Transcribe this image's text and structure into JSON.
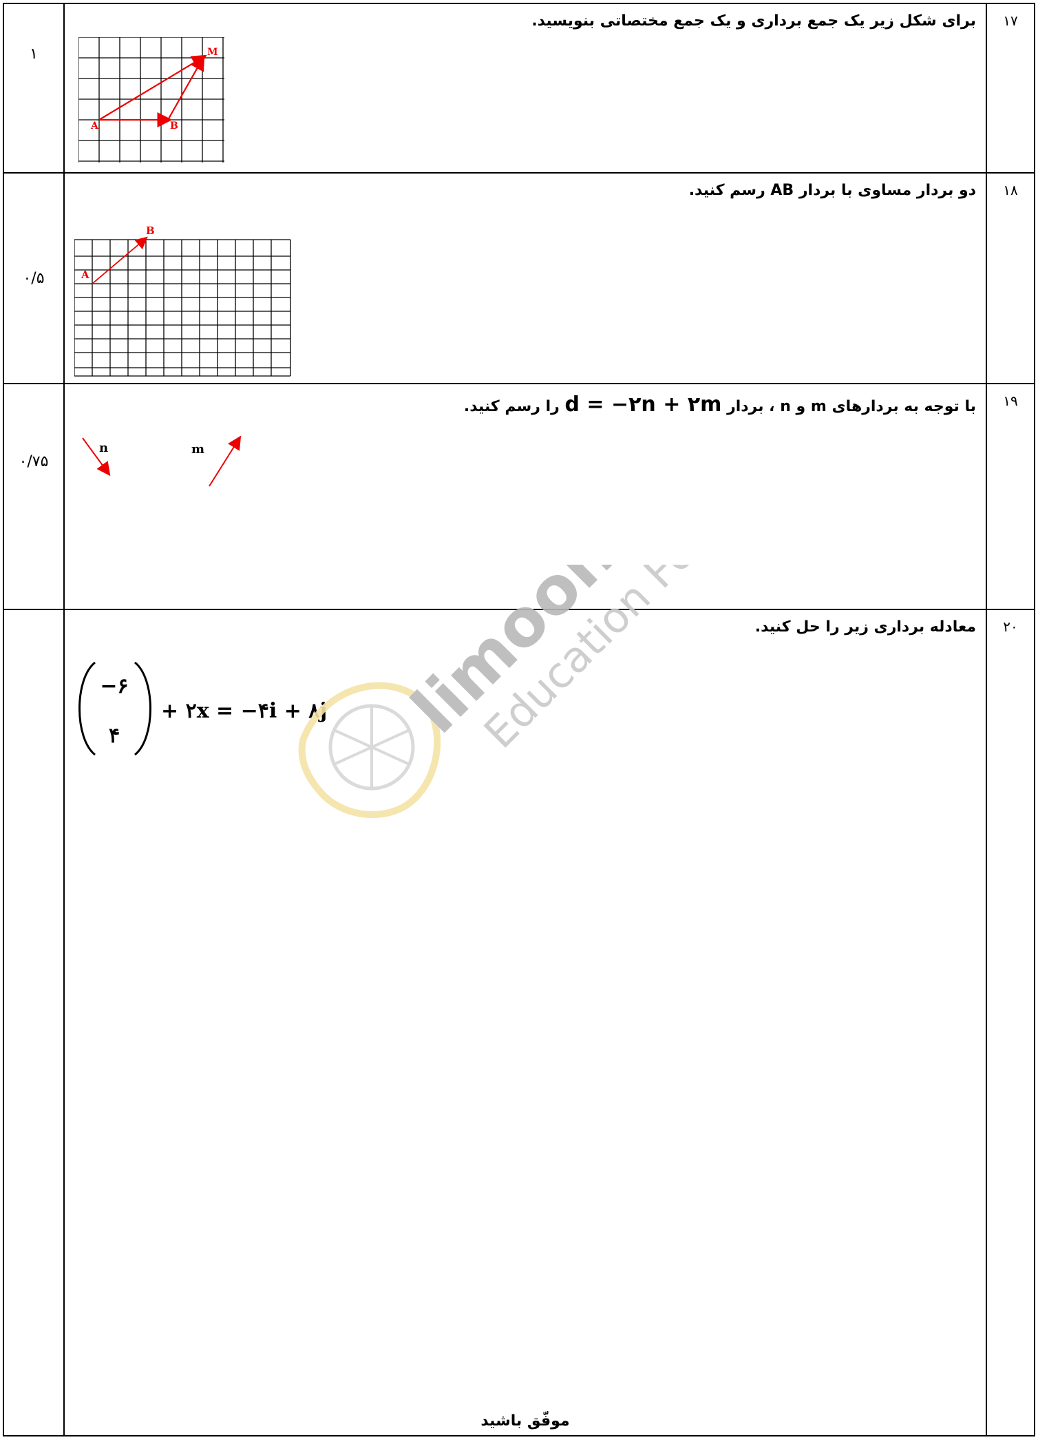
{
  "questions": [
    {
      "number": "۱۷",
      "score": "۱",
      "text": "برای شکل زیر یک جمع برداری و یک جمع مختصاتی بنویسید.",
      "figure_labels": {
        "a": "A",
        "b": "B",
        "m": "M"
      }
    },
    {
      "number": "۱۸",
      "score": "۰/۵",
      "text_before": "دو بردار مساوی با بردار",
      "vector": "AB",
      "text_after": "رسم کنید.",
      "figure_labels": {
        "a": "A",
        "b": "B"
      }
    },
    {
      "number": "۱۹",
      "score": "۰/۷۵",
      "text_before": "با توجه به بردارهای",
      "v1": "m",
      "conj": "و",
      "v2": "n",
      "text_mid": "، بردار",
      "formula": "d = −۲n + ۲m",
      "text_after": "را رسم کنید.",
      "figure_labels": {
        "n": "n",
        "m": "m"
      }
    },
    {
      "number": "۲۰",
      "score": "",
      "text": "معادله برداری زیر را حل کنید.",
      "equation": {
        "top": "−۶",
        "bottom": "۴",
        "rest": "+ ۲x = −۴i + ۸j"
      }
    }
  ],
  "footer": "موفّق باشید",
  "watermark": {
    "brand": "limoonad",
    "tagline": "Education For All",
    "brand_color": "#b9b9b9",
    "lemon_color": "#f5e3a6"
  }
}
